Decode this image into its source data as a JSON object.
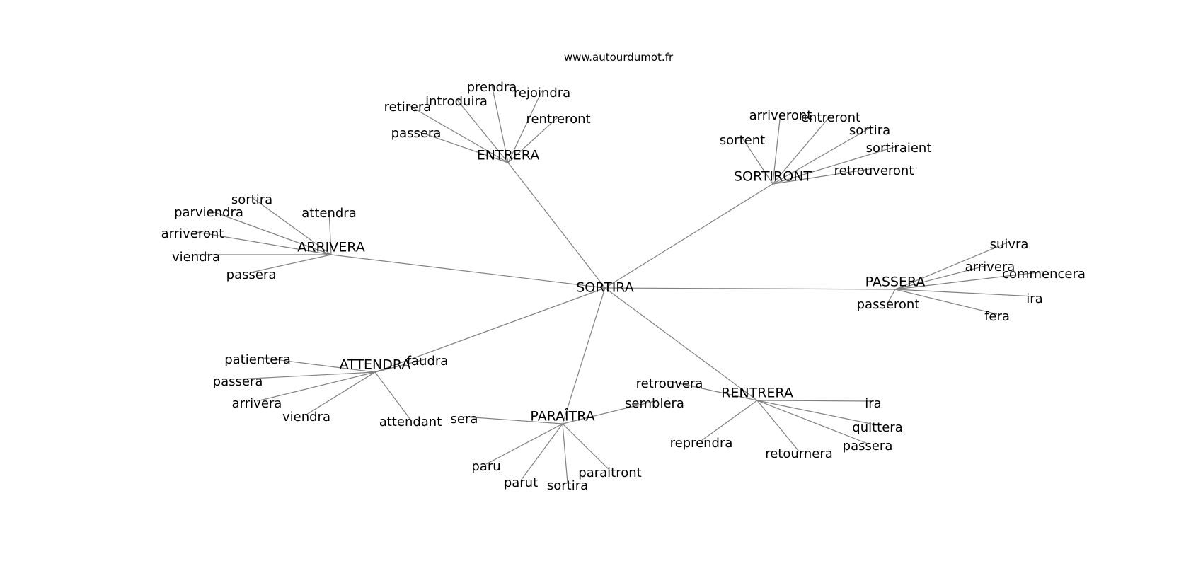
{
  "watermark": "www.autourdumot.fr",
  "graph": {
    "center": "SORTIRA",
    "hubs": [
      {
        "word": "ENTRERA",
        "leaves": [
          "prendra",
          "introduira",
          "rejoindra",
          "retirera",
          "rentreront",
          "passera"
        ]
      },
      {
        "word": "SORTIRONT",
        "leaves": [
          "arriveront",
          "entreront",
          "sortira",
          "sortent",
          "sortiraient",
          "retrouveront"
        ]
      },
      {
        "word": "ARRIVERA",
        "leaves": [
          "sortira",
          "parviendra",
          "attendra",
          "arriveront",
          "viendra",
          "passera"
        ]
      },
      {
        "word": "PASSERA",
        "leaves": [
          "suivra",
          "arrivera",
          "commencera",
          "ira",
          "passeront",
          "fera"
        ]
      },
      {
        "word": "ATTENDRA",
        "leaves": [
          "patientera",
          "faudra",
          "passera",
          "arrivera",
          "viendra",
          "attendant"
        ]
      },
      {
        "word": "PARAÎTRA",
        "leaves": [
          "sera",
          "semblera",
          "paru",
          "parut",
          "sortira",
          "paraitront"
        ]
      },
      {
        "word": "RENTRERA",
        "leaves": [
          "retrouvera",
          "ira",
          "quittera",
          "reprendra",
          "passera",
          "retournera"
        ]
      }
    ]
  }
}
